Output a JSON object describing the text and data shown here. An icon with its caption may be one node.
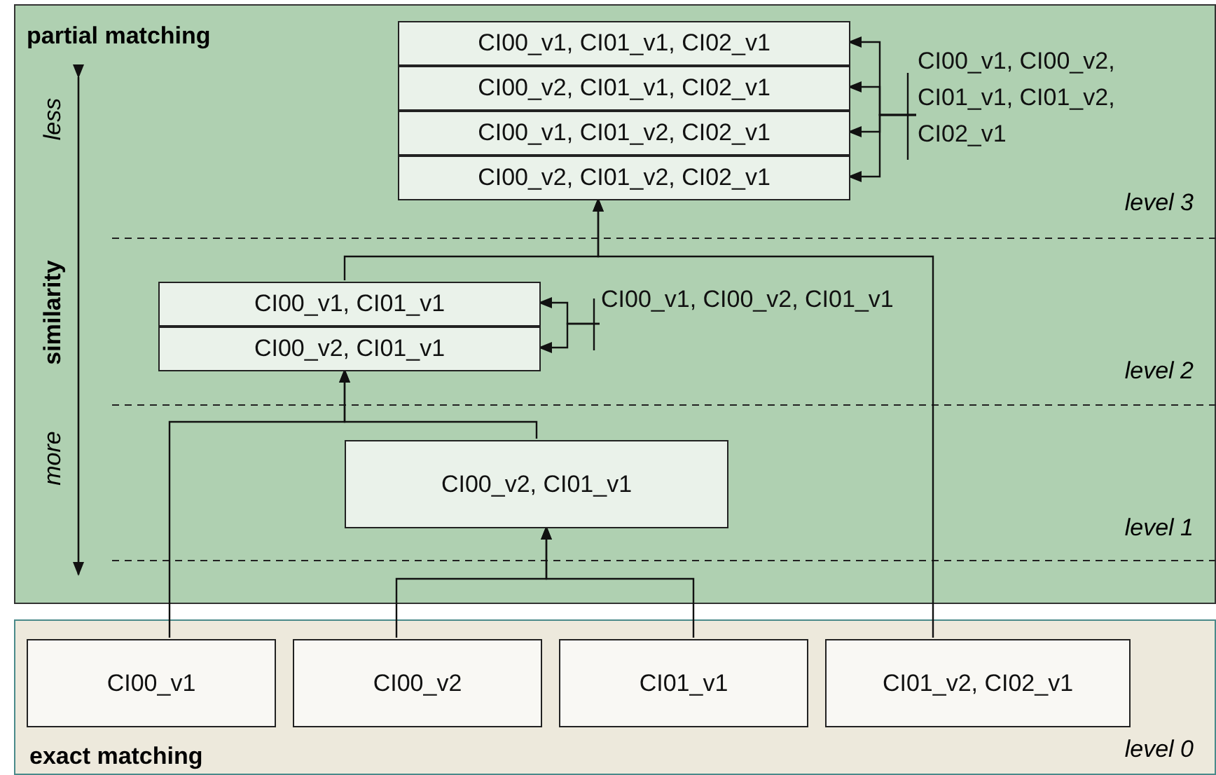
{
  "diagram": {
    "nodes": [
      {
        "text": [
          "partial matching"
        ]
      },
      {
        "text": [
          "exact matching"
        ]
      },
      {
        "text": [
          "CI00_v1, CI01_v1, CI02_v1"
        ],
        "in": 0
      },
      {
        "text": [
          "CI00_v2, CI01_v1, CI02_v1"
        ],
        "in": 0
      },
      {
        "text": [
          "CI00_v1, CI01_v2, CI02_v1"
        ],
        "in": 0
      },
      {
        "text": [
          "CI00_v2, CI01_v2, CI02_v1"
        ],
        "in": 0
      },
      {
        "text": [
          "CI00_v1, CI00_v2, CI01_v1, CI01_v2, CI02_v1"
        ],
        "in": 0
      },
      {
        "text": [
          "CI00_v1, CI01_v1"
        ],
        "in": 0
      },
      {
        "text": [
          "CI00_v2, CI01_v1"
        ],
        "in": 0
      },
      {
        "text": [
          "CI00_v1, CI00_v2, CI01_v1"
        ],
        "in": 0
      },
      {
        "text": [
          "CI00_v2, CI01_v1"
        ],
        "in": 0
      },
      {
        "text": [
          "CI00_v1"
        ],
        "in": 1
      },
      {
        "text": [
          "CI00_v2"
        ],
        "in": 1
      },
      {
        "text": [
          "CI01_v1"
        ],
        "in": 1
      },
      {
        "text": [
          "CI01_v2, CI02_v1"
        ],
        "in": 1
      }
    ],
    "edges": [
      {
        "from": 6,
        "to": 2,
        "arrow": "to"
      },
      {
        "from": 6,
        "to": 3,
        "arrow": "to"
      },
      {
        "from": 6,
        "to": 4,
        "arrow": "to"
      },
      {
        "from": 6,
        "to": 5,
        "arrow": "to"
      },
      {
        "from": 9,
        "to": 7,
        "arrow": "to"
      },
      {
        "from": 9,
        "to": 8,
        "arrow": "to"
      },
      {
        "from": 12,
        "to": 10,
        "arrow": "to"
      },
      {
        "from": 13,
        "to": 10,
        "arrow": "to"
      },
      {
        "from": 11,
        "to": 8,
        "arrow": "to"
      },
      {
        "from": 10,
        "to": 8,
        "arrow": "to"
      },
      {
        "from": 7,
        "to": 5,
        "arrow": "to"
      },
      {
        "from": 14,
        "to": 5,
        "arrow": "to"
      }
    ],
    "labels": [
      "less",
      "similarity",
      "more",
      "level 3",
      "level 2",
      "level 1",
      "level 0"
    ]
  }
}
